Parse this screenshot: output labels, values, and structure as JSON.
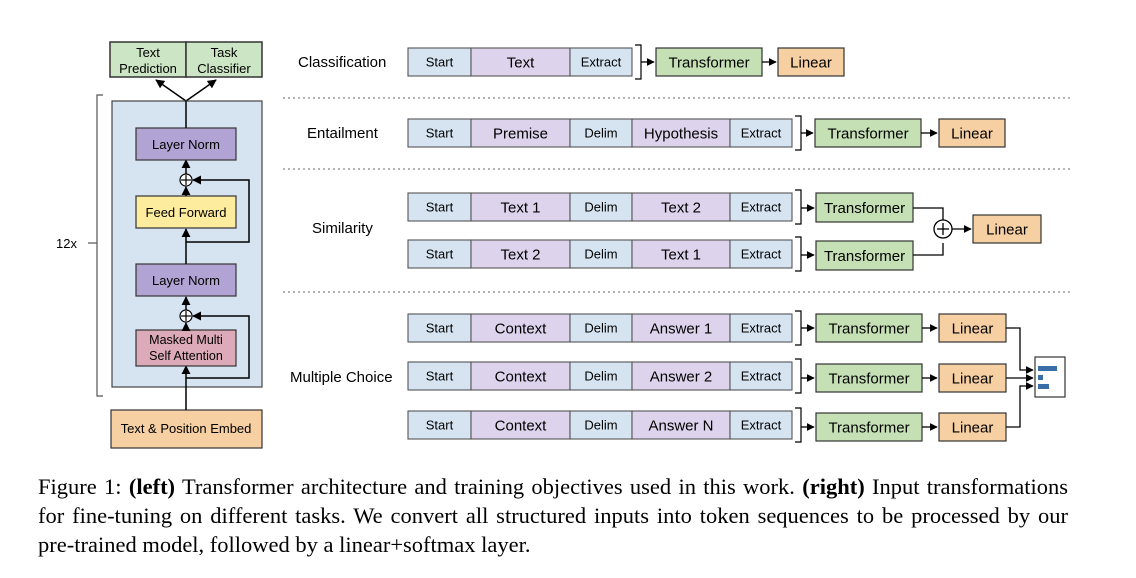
{
  "figure": {
    "architecture": {
      "heads": {
        "text_prediction": [
          "Text",
          "Prediction"
        ],
        "task_classifier": [
          "Task",
          "Classifier"
        ]
      },
      "repeat_label": "12x",
      "layer_norm": "Layer Norm",
      "feed_forward": "Feed Forward",
      "attention": [
        "Masked Multi",
        "Self Attention"
      ],
      "embed": "Text & Position Embed"
    },
    "tasks": {
      "classification": "Classification",
      "entailment": "Entailment",
      "similarity": "Similarity",
      "multiple_choice": "Multiple Choice"
    },
    "tokens": {
      "start": "Start",
      "delim": "Delim",
      "extract": "Extract",
      "text": "Text",
      "premise": "Premise",
      "hypothesis": "Hypothesis",
      "text1": "Text 1",
      "text2": "Text 2",
      "context": "Context",
      "answer1": "Answer 1",
      "answer2": "Answer 2",
      "answerN": "Answer N"
    },
    "modules": {
      "transformer": "Transformer",
      "linear": "Linear"
    },
    "colors": {
      "head": "#cce5c4",
      "block_bg": "#d6e4f2",
      "layer_norm": "#b1a3d3",
      "feed_forward": "#fdeb9e",
      "attention": "#dcaab8",
      "embed": "#f6cfa3",
      "start": "#d6e4f2",
      "content": "#ddd3ec",
      "transformer": "#c5e0b4",
      "linear": "#f6cfa3",
      "stroke": "#555555"
    }
  },
  "caption": {
    "prefix": "Figure 1: ",
    "left_bold": "(left)",
    "left_text": " Transformer architecture and training objectives used in this work. ",
    "right_bold": "(right)",
    "right_text": " Input transformations for fine-tuning on different tasks.  We convert all structured inputs into token sequences to be processed by our pre-trained model, followed by a linear+softmax layer."
  }
}
